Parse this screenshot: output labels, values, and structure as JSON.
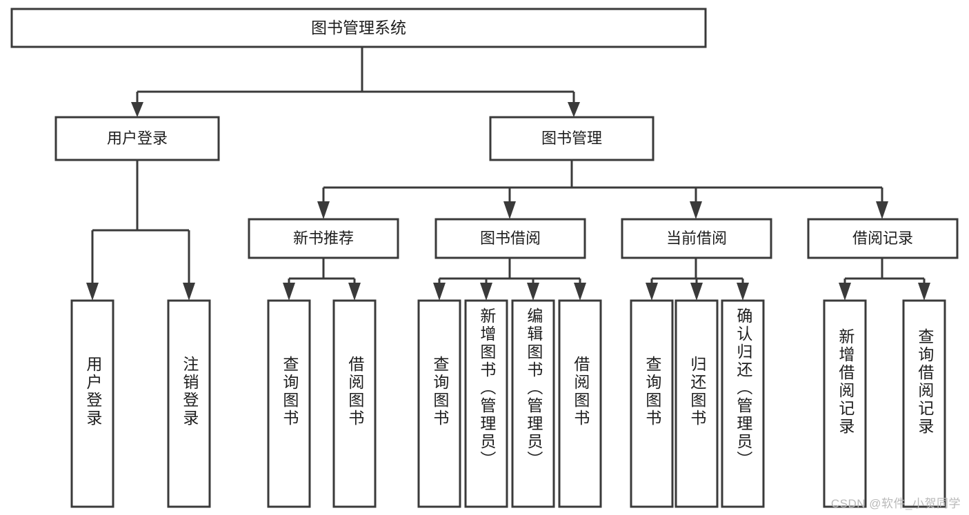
{
  "diagram": {
    "title": "图书管理系统",
    "type": "tree-hierarchy",
    "root": {
      "label": "图书管理系统"
    },
    "level2": [
      {
        "id": "user-login",
        "label": "用户登录"
      },
      {
        "id": "book-management",
        "label": "图书管理"
      }
    ],
    "level3": [
      {
        "id": "new-book-recommend",
        "label": "新书推荐",
        "parent": "book-management"
      },
      {
        "id": "book-borrow",
        "label": "图书借阅",
        "parent": "book-management"
      },
      {
        "id": "current-borrow",
        "label": "当前借阅",
        "parent": "book-management"
      },
      {
        "id": "borrow-record",
        "label": "借阅记录",
        "parent": "book-management"
      }
    ],
    "leaves": {
      "user-login": [
        {
          "id": "leaf-user-login",
          "label": "用户登录"
        },
        {
          "id": "leaf-logout-login",
          "label": "注销登录"
        }
      ],
      "new-book-recommend": [
        {
          "id": "leaf-query-book-1",
          "label": "查询图书"
        },
        {
          "id": "leaf-borrow-book-1",
          "label": "借阅图书"
        }
      ],
      "book-borrow": [
        {
          "id": "leaf-query-book-2",
          "label": "查询图书"
        },
        {
          "id": "leaf-add-book",
          "label": "新增图书（管理员）"
        },
        {
          "id": "leaf-edit-book",
          "label": "编辑图书（管理员）"
        },
        {
          "id": "leaf-borrow-book-2",
          "label": "借阅图书"
        }
      ],
      "current-borrow": [
        {
          "id": "leaf-query-book-3",
          "label": "查询图书"
        },
        {
          "id": "leaf-return-book",
          "label": "归还图书"
        },
        {
          "id": "leaf-confirm-return",
          "label": "确认归还（管理员）"
        }
      ],
      "borrow-record": [
        {
          "id": "leaf-add-record",
          "label": "新增借阅记录"
        },
        {
          "id": "leaf-query-record",
          "label": "查询借阅记录"
        }
      ]
    },
    "colors": {
      "box_fill": "#ffffff",
      "box_stroke": "#3a3a3a",
      "text": "#1d1d1d",
      "watermark": "#b9b9b9",
      "background": "#ffffff"
    }
  },
  "watermark": {
    "text": "CSDN @软件_小贺同学"
  }
}
